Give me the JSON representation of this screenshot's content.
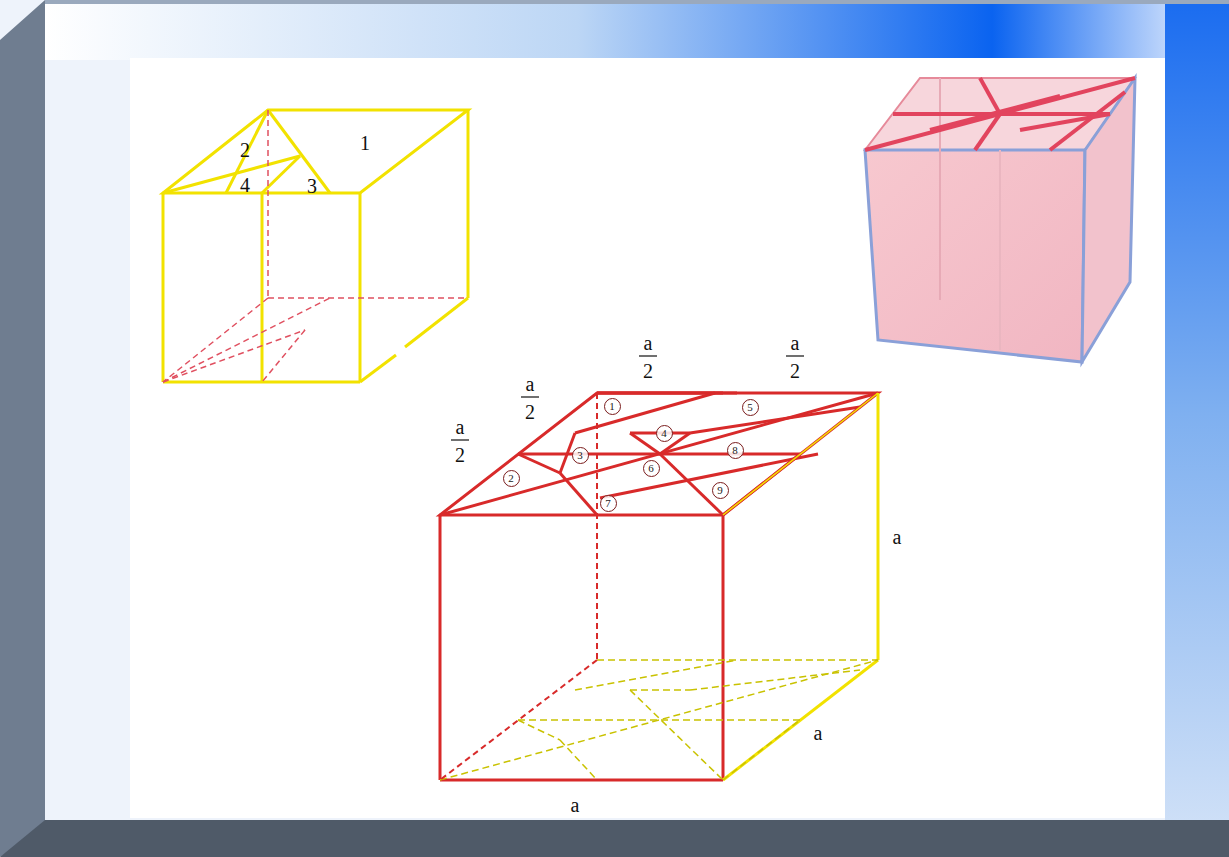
{
  "diagram": {
    "nodes": [
      {
        "text": [
          "1"
        ]
      },
      {
        "text": [
          "5"
        ]
      },
      {
        "text": [
          "4"
        ]
      },
      {
        "text": [
          "3"
        ]
      },
      {
        "text": [
          "8"
        ]
      },
      {
        "text": [
          "2"
        ]
      },
      {
        "text": [
          "6"
        ]
      },
      {
        "text": [
          "9"
        ]
      },
      {
        "text": [
          "7"
        ]
      }
    ],
    "labels": [
      "2",
      "1",
      "4",
      "3",
      "a",
      "2",
      "a",
      "2",
      "a",
      "2",
      "a",
      "2",
      "a",
      "a",
      "a"
    ]
  }
}
